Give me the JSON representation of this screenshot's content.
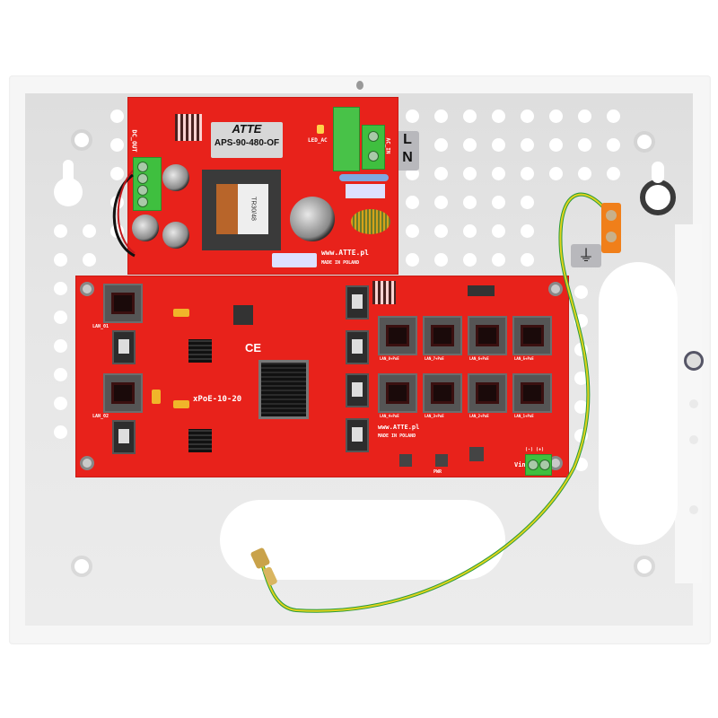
{
  "scene": {
    "description": "ATTE xPoE-10-20 PoE switch with APS-90-480-OF power supply mounted on a perforated back plate of a white enclosure",
    "colors": {
      "enclosure": "#f6f6f6",
      "back_plate": "#e4e4e4",
      "pcb": "#e8221b",
      "terminal": "#3fbf3f",
      "ground_clamp": "#f07f1a",
      "ground_wire_yellow": "#e1d21c",
      "ground_wire_green": "#2a9b3a"
    }
  },
  "power_supply": {
    "brand": "ATTE",
    "brand_url": "www.atte.pl",
    "model": "APS-90-480-OF",
    "transformer_label": "TR30/48",
    "output_label": "DC_OUT",
    "input_label": "AC_IN",
    "led_label": "LED_AC",
    "website": "www.ATTE.pl",
    "made_in": "MADE IN POLAND",
    "mains_label": {
      "line": "L",
      "neutral": "N"
    }
  },
  "switch_board": {
    "model": "xPoE-10-20",
    "website": "www.ATTE.pl",
    "made_in": "MADE IN POLAND",
    "uplink_ports": [
      "LAN_01",
      "LAN_02"
    ],
    "poe_ports_top": [
      "LAN_8+PoE",
      "LAN_7+PoE",
      "LAN_6+PoE",
      "LAN_5+PoE"
    ],
    "poe_ports_bottom": [
      "LAN_4+PoE",
      "LAN_3+PoE",
      "LAN_2+PoE",
      "LAN_1+PoE"
    ],
    "power_input_label": "Vin",
    "power_led_label": "PWR",
    "polarity": "(-) (+)"
  },
  "ground": {
    "symbol": "⏚"
  }
}
